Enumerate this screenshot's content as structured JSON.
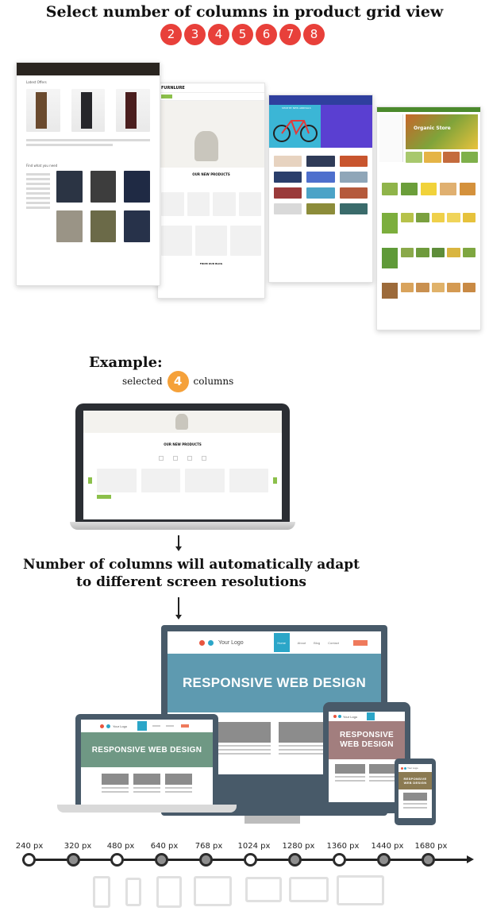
{
  "header": {
    "title": "Select number of columns in product grid view",
    "column_options": [
      "2",
      "3",
      "4",
      "5",
      "6",
      "7",
      "8"
    ]
  },
  "screenshots": {
    "shot1": {
      "section_title": "Latest Offers",
      "filter_title": "Find what you need"
    },
    "shot2": {
      "logo": "FURNLURE",
      "section_title": "OUR NEW PRODUCTS",
      "blog_title": "FROM OUR BLOG"
    },
    "shot3": {
      "banner_title": "SHOP BY NEW ARRIVALS"
    },
    "shot4": {
      "banner_title": "Organic Store"
    }
  },
  "example": {
    "label": "Example:",
    "selected_prefix": "selected",
    "selected_value": "4",
    "selected_suffix": "columns",
    "laptop_section_title": "OUR NEW PRODUCTS"
  },
  "adapt_text": {
    "line1": "Number of columns will automatically adapt",
    "line2": "to different screen resolutions"
  },
  "responsive": {
    "heading": "RESPONSIVE WEB DESIGN",
    "heading_line1": "RESPONSIVE",
    "heading_line2": "WEB DESIGN",
    "logo_text": "Your Logo",
    "nav_items": [
      "Home",
      "About",
      "Blog",
      "Contact"
    ],
    "accent_color": "#2ba6c8",
    "button_color": "#ef7a5c"
  },
  "resolutions": [
    "240 px",
    "320 px",
    "480 px",
    "640 px",
    "768 px",
    "1024 px",
    "1280 px",
    "1360 px",
    "1440 px",
    "1680 px"
  ],
  "colors": {
    "badge_red": "#e8403a",
    "badge_orange": "#f5a13a",
    "timeline_dot": "#8e8e8e"
  }
}
